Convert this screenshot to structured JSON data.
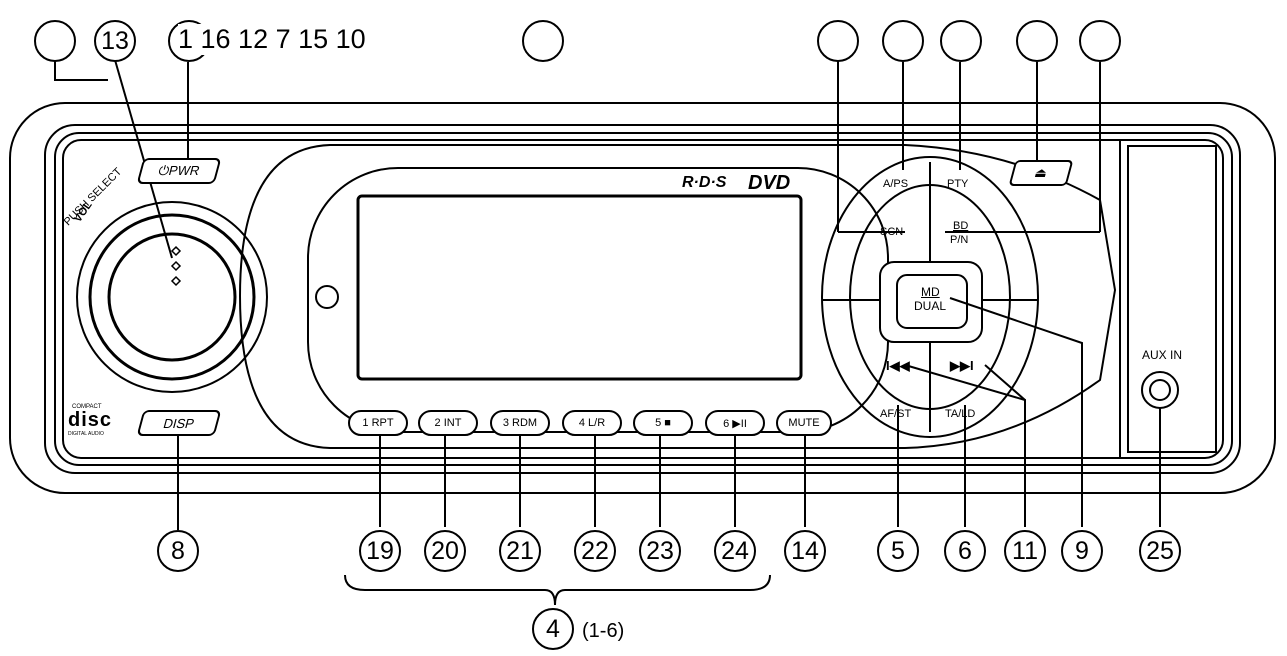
{
  "top_labels": "1 16 12 7 15 10",
  "callouts": {
    "c13": "13",
    "c1": "1",
    "c8": "8",
    "c19": "19",
    "c20": "20",
    "c21": "21",
    "c22": "22",
    "c23": "23",
    "c24": "24",
    "c14": "14",
    "c5": "5",
    "c6": "6",
    "c11": "11",
    "c9": "9",
    "c25": "25",
    "c4": "4"
  },
  "group_range": "(1-6)",
  "panel": {
    "pwr": "⏻PWR",
    "disp": "DISP",
    "vol": "VOL",
    "push_select": "PUSH SELECT",
    "logo": "R·D·S",
    "dvd": "DVD",
    "compact_disc": "COMPACT",
    "disc": "disc",
    "digital_audio": "DIGITAL AUDIO",
    "aux_in": "AUX IN",
    "eject": "⏏"
  },
  "preset_buttons": [
    "1 RPT",
    "2 INT",
    "3 RDM",
    "4 L/R",
    "5 ■",
    "6 ▶II",
    "MUTE"
  ],
  "control_labels": {
    "aps": "A/PS",
    "pty": "PTY",
    "scn": "SCN",
    "bd": "BD",
    "pn": "P/N",
    "md": "MD",
    "dual": "DUAL",
    "prev": "I◀◀",
    "next": "▶▶I",
    "afst": "AF/ST",
    "tald": "TA/LD"
  }
}
